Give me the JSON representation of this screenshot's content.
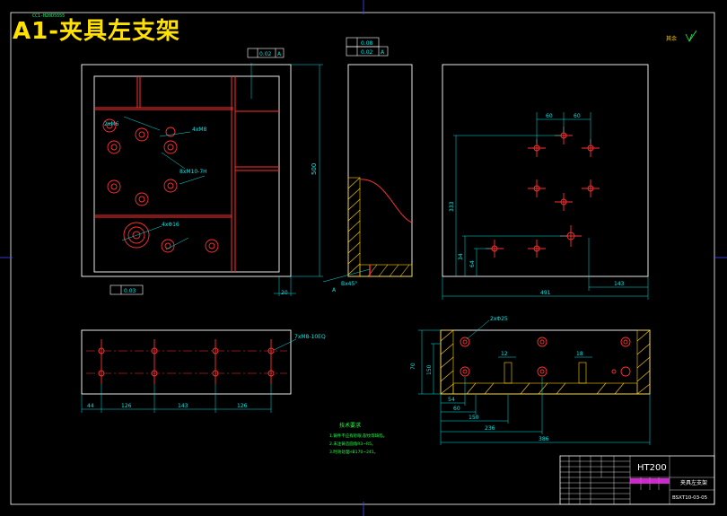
{
  "drawing": {
    "title": "A1-夹具左支架",
    "small_header": "CC1-H20D5555",
    "roughness_note": "其余",
    "material": "HT200",
    "part_name": "夹具左支架",
    "drawing_number": "BSXT10-03-05",
    "tech_requirements": {
      "heading": "技术要求",
      "lines": [
        "1.铸件不应有砂眼,裂纹等缺陷。",
        "2.未注铸造圆角R3~R5。",
        "3.时效处理HB170~241。"
      ]
    },
    "front_view": {
      "tolerances": [
        "0.02",
        "A",
        "0.03"
      ],
      "dims": [
        "500",
        "20"
      ],
      "annotations": [
        "2xM6",
        "4xM8",
        "8xM10-7H",
        "4xΦ16"
      ]
    },
    "side_view": {
      "tolerances": [
        "0.08",
        "0.02",
        "A"
      ],
      "annotations": [
        "Bx45°",
        "A"
      ]
    },
    "right_view": {
      "dims": [
        "60",
        "60",
        "333",
        "34",
        "64",
        "491",
        "143"
      ]
    },
    "bottom_view": {
      "dims": [
        "44",
        "126",
        "143",
        "126"
      ],
      "annotation": "7xM8-10EQ"
    },
    "section_view": {
      "dims": [
        "70",
        "150",
        "12",
        "18",
        "54",
        "60",
        "150",
        "236",
        "386"
      ],
      "annotation": "2xΦ25"
    }
  }
}
